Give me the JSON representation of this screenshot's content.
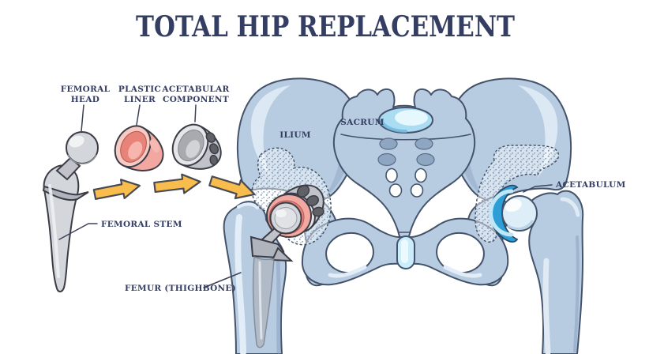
{
  "title": "TOTAL HIP REPLACEMENT",
  "component_labels": {
    "femoral_head_line1": "FEMORAL",
    "femoral_head_line2": "HEAD",
    "plastic_liner_line1": "PLASTIC",
    "plastic_liner_line2": "LINER",
    "acetabular_component_line1": "ACETABULAR",
    "acetabular_component_line2": "COMPONENT",
    "femoral_stem": "FEMORAL STEM",
    "femur": "FEMUR (THIGHBONE)"
  },
  "anatomy_labels": {
    "ilium": "ILIUM",
    "sacrum": "SACRUM",
    "acetabulum": "ACETABULUM"
  },
  "colors": {
    "title_text": "#343d62",
    "label_text": "#343d62",
    "bone": "#b7cce1",
    "bone_highlight": "#dce9f4",
    "bone_shadow": "#9db4cf",
    "outline": "#44536b",
    "implant_metal": "#d3d6db",
    "implant_metal_shadow": "#a2a6ae",
    "liner_pink": "#f2a8a0",
    "liner_pink_deep": "#e8837a",
    "arrow_orange": "#f8bd4c",
    "acetabulum_blue": "#2d9fd6",
    "cartilage_cyan": "#bfe7f7",
    "stipple_dot": "#8298b4"
  }
}
